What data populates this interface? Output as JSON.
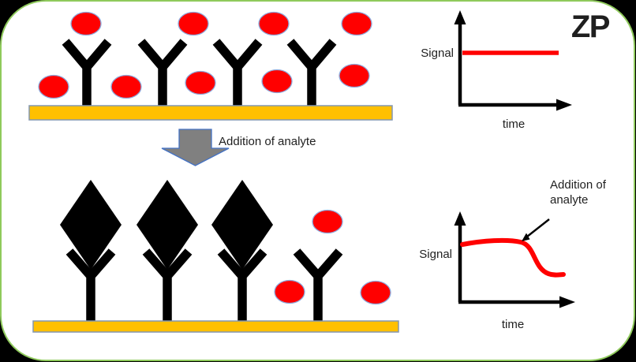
{
  "frame": {
    "outer_background": "#000000",
    "background": "#FFFFFF",
    "border_color": "#8FCA5C"
  },
  "logo": {
    "text": "ZP",
    "color": "#6B7C3A"
  },
  "labels": {
    "process_arrow": "Addition of analyte"
  },
  "colors": {
    "analyte_fill": "#FF0000",
    "analyte_stroke": "#8FAADC",
    "antibody": "#000000",
    "diamond": "#000000",
    "surface_fill": "#FFC000",
    "surface_stroke": "#8497B0",
    "arrow_fill": "#808080",
    "arrow_stroke": "#4472C4",
    "signal": "#FF0000",
    "axis": "#000000"
  },
  "scene": {
    "top_panel": {
      "antibody_count": 4,
      "free_analyte_count": 9
    },
    "bottom_panel": {
      "antibody_count": 4,
      "bound_diamond_count": 3,
      "free_analyte_count": 3
    }
  },
  "chart_data": [
    {
      "type": "line",
      "position": "top-right",
      "ylabel": "Signal",
      "xlabel": "time",
      "grid": false,
      "series": [
        {
          "name": "Signal",
          "color": "#FF0000",
          "x": [
            0,
            1
          ],
          "y": [
            0.65,
            0.65
          ]
        }
      ],
      "description": "Constant high signal versus time before analyte addition"
    },
    {
      "type": "line",
      "position": "bottom-right",
      "ylabel": "Signal",
      "xlabel": "time",
      "grid": false,
      "series": [
        {
          "name": "Signal",
          "color": "#FF0000",
          "x": [
            0,
            0.3,
            0.55,
            0.7,
            0.85,
            1
          ],
          "y": [
            0.68,
            0.71,
            0.68,
            0.45,
            0.33,
            0.32
          ]
        }
      ],
      "annotation": {
        "text": "Addition of analyte",
        "line1": "Addition of",
        "line2": "analyte",
        "target_x": 0.55
      },
      "description": "Signal drops after addition of analyte"
    }
  ]
}
